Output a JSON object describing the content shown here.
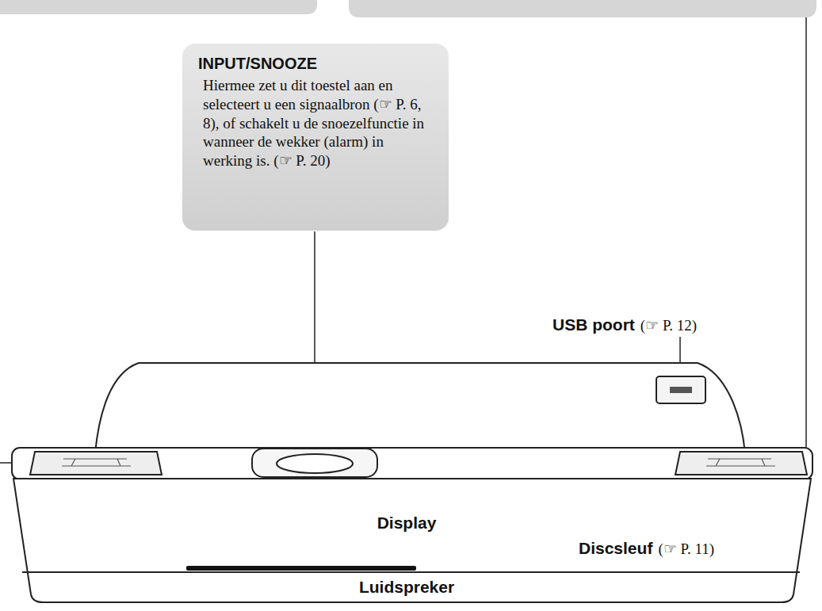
{
  "diagram": {
    "nodes": [
      {
        "text": [
          "INPUT/SNOOZE",
          "Hiermee zet u dit toestel aan en selecteert u een signaalbron (☞ P. 6, 8), of schakelt u de snoezelfunctie in wanneer de wekker (alarm) in werking is. (☞ P. 20)"
        ]
      }
    ],
    "labels": [
      "USB poort",
      "(☞ P. 12)",
      "Display",
      "Discsleuf",
      "(☞ P. 11)",
      "Luidspreker"
    ]
  }
}
